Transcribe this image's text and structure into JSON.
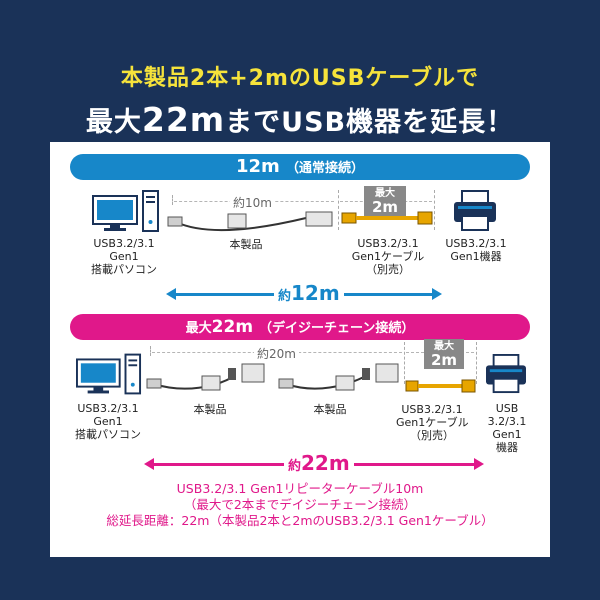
{
  "headline": {
    "line1": "本製品2本+2mのUSBケーブルで",
    "line2_pre": "最大",
    "line2_big": "22m",
    "line2_post": "までUSB機器を延長！"
  },
  "section1": {
    "title": "12m",
    "title_sub": "（通常接続）",
    "pc_label": [
      "USB3.2/3.1",
      "Gen1",
      "搭載パソコン"
    ],
    "device_label": [
      "USB3.2/3.1",
      "Gen1機器"
    ],
    "product_label": "本製品",
    "cable_label": [
      "USB3.2/3.1",
      "Gen1ケーブル",
      "（別売）"
    ],
    "span_product": "約10m",
    "max_pre": "最大",
    "max_value": "2m",
    "total_pre": "約",
    "total_value": "12m"
  },
  "section2": {
    "title_pre": "最大",
    "title_value": "22m",
    "title_sub": "（デイジーチェーン接続）",
    "pc_label": [
      "USB3.2/3.1",
      "Gen1",
      "搭載パソコン"
    ],
    "device_label": [
      "USB",
      "3.2/3.1",
      "Gen1",
      "機器"
    ],
    "product_label_1": "本製品",
    "product_label_2": "本製品",
    "cable_label": [
      "USB3.2/3.1",
      "Gen1ケーブル",
      "（別売）"
    ],
    "span_product": "約20m",
    "max_pre": "最大",
    "max_value": "2m",
    "total_pre": "約",
    "total_value": "22m"
  },
  "caption": {
    "line1": "USB3.2/3.1 Gen1リピーターケーブル10m",
    "line2": "（最大で2本までデイジーチェーン接続）",
    "line3": "総延長距離：22m（本製品2本と2mのUSB3.2/3.1 Gen1ケーブル）"
  },
  "colors": {
    "background": "#1a3258",
    "headline_yellow": "#f6e33b",
    "blue": "#1787c9",
    "pink": "#e0188a"
  },
  "icons": [
    "desktop-pc-icon",
    "printer-icon",
    "repeater-cable-icon",
    "usb-cable-icon"
  ]
}
